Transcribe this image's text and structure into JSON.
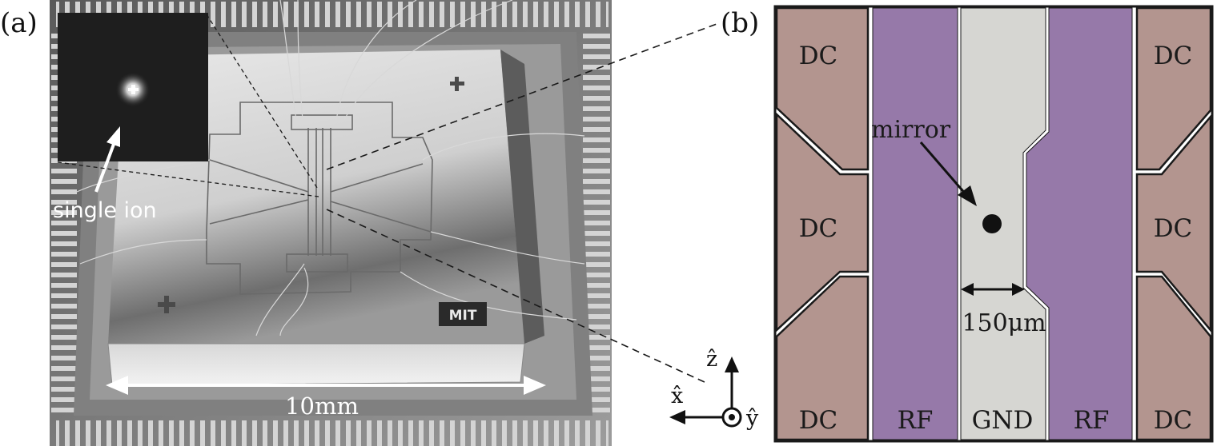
{
  "panel_a": {
    "label": "(a)",
    "inset_annotation": "single ion",
    "scale_label": "10mm",
    "chip_logo": "MIT"
  },
  "panel_b": {
    "label": "(b)",
    "electrodes": {
      "dc_top_left": "DC",
      "dc_mid_left": "DC",
      "dc_bot_left": "DC",
      "dc_top_right": "DC",
      "dc_mid_right": "DC",
      "dc_bot_right": "DC",
      "rf_left": "RF",
      "rf_right": "RF",
      "gnd": "GND"
    },
    "mirror_label": "mirror",
    "gap_label": "150μm",
    "colors": {
      "dc": "#b3958f",
      "rf": "#9679a9",
      "gnd": "#d6d6d2",
      "border": "#1a1a1a"
    }
  },
  "axes": {
    "z": "ẑ",
    "x": "x̂",
    "y": "ŷ"
  }
}
